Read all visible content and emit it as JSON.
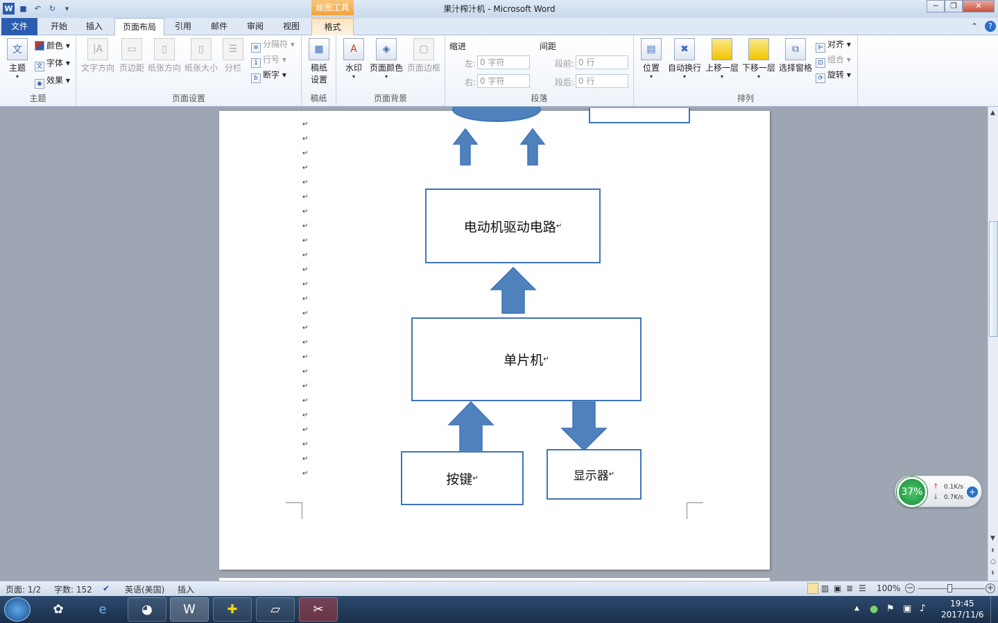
{
  "window": {
    "title": "果汁榨汁机 - Microsoft Word",
    "context_tool": "绘图工具",
    "min_label": "─",
    "max_label": "❐",
    "close_label": "✕"
  },
  "tabs": [
    {
      "label": "文件"
    },
    {
      "label": "开始"
    },
    {
      "label": "插入"
    },
    {
      "label": "页面布局"
    },
    {
      "label": "引用"
    },
    {
      "label": "邮件"
    },
    {
      "label": "审阅"
    },
    {
      "label": "视图"
    },
    {
      "label": "格式"
    }
  ],
  "ribbon": {
    "theme_group": {
      "label": "主题",
      "theme_btn": "主题",
      "colors": "颜色",
      "fonts": "字体",
      "effects": "效果"
    },
    "page_setup": {
      "label": "页面设置",
      "text_dir": "文字方向",
      "margins": "页边距",
      "orientation": "纸张方向",
      "size": "纸张大小",
      "columns": "分栏",
      "breaks": "分隔符",
      "line_numbers": "行号",
      "hyphenation": "断字"
    },
    "draft": {
      "label": "稿纸",
      "btn": "稿纸\n设置",
      "btn_line1": "稿纸",
      "btn_line2": "设置"
    },
    "background": {
      "label": "页面背景",
      "watermark": "水印",
      "page_color": "页面颜色",
      "page_border": "页面边框"
    },
    "paragraph": {
      "label": "段落",
      "indent": "缩进",
      "spacing": "间距",
      "left": "左:",
      "right": "右:",
      "before": "段前:",
      "after": "段后:",
      "indent_value": "0 字符",
      "spacing_value": "0 行"
    },
    "arrange": {
      "label": "排列",
      "position": "位置",
      "wrap": "自动换行",
      "forward": "上移一层",
      "backward": "下移一层",
      "pane": "选择窗格",
      "align": "对齐",
      "group": "组合",
      "rotate": "旋转"
    }
  },
  "document": {
    "box_driver": "电动机驱动电路",
    "box_mcu": "单片机",
    "box_keys": "按键",
    "box_display": "显示器",
    "para_mark": "↵"
  },
  "status": {
    "page": "页面: 1/2",
    "words": "字数: 152",
    "language": "英语(美国)",
    "mode": "插入",
    "zoom": "100%"
  },
  "network": {
    "percent": "37%",
    "up": "0.1K/s",
    "down": "0.7K/s"
  },
  "clock": {
    "time": "19:45",
    "date": "2017/11/6"
  },
  "colors": {
    "shape_border": "#3e74b9",
    "arrow_fill": "#4f81bd",
    "file_tab": "#2a5db0"
  }
}
